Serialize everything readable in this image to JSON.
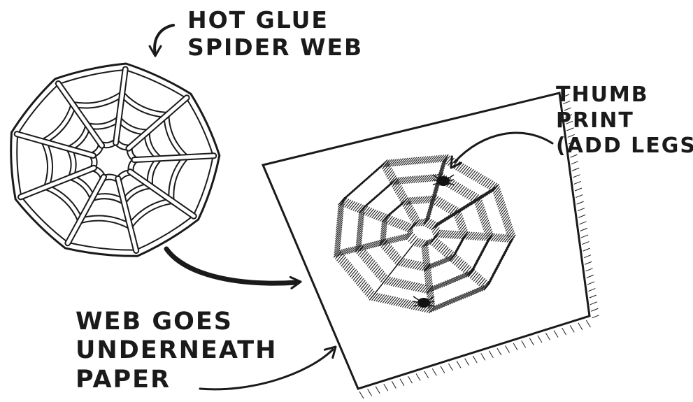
{
  "labels": {
    "glue_web": [
      "HOT GLUE",
      "SPIDER WEB"
    ],
    "thumb_print": [
      "THUMB",
      "PRINT",
      "(ADD LEGS)"
    ],
    "web_underneath": [
      "WEB GOES",
      "UNDERNEATH",
      "PAPER"
    ]
  },
  "colors": {
    "ink": "#1a1a1a",
    "paper": "#ffffff",
    "spider": "#111111"
  }
}
